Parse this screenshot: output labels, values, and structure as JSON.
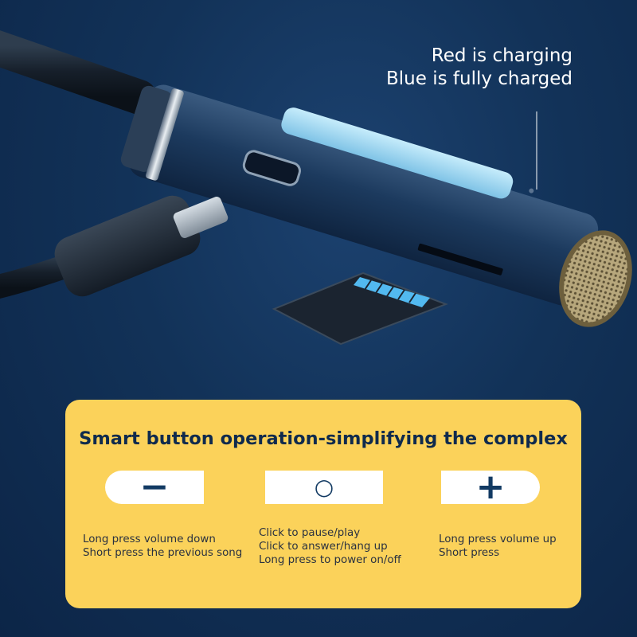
{
  "indicator": {
    "line1": "Red is charging",
    "line2": "Blue is fully charged"
  },
  "panel": {
    "title": "Smart button operation-simplifying the complex",
    "buttons": [
      {
        "icon": "minus-icon",
        "symbol": "−",
        "lines": [
          "Long press volume down",
          "Short press the previous song"
        ]
      },
      {
        "icon": "circle-icon",
        "symbol": "○",
        "lines": [
          "Click to pause/play",
          "Click to answer/hang up",
          "Long press to power on/off"
        ]
      },
      {
        "icon": "plus-icon",
        "symbol": "+",
        "lines": [
          "Long press volume up",
          "Short press"
        ]
      }
    ]
  },
  "colors": {
    "background": "#123258",
    "panel": "#fbd25a",
    "title": "#0f2a4d",
    "device": "#15304f",
    "button_strip": "#9fd8f3"
  }
}
